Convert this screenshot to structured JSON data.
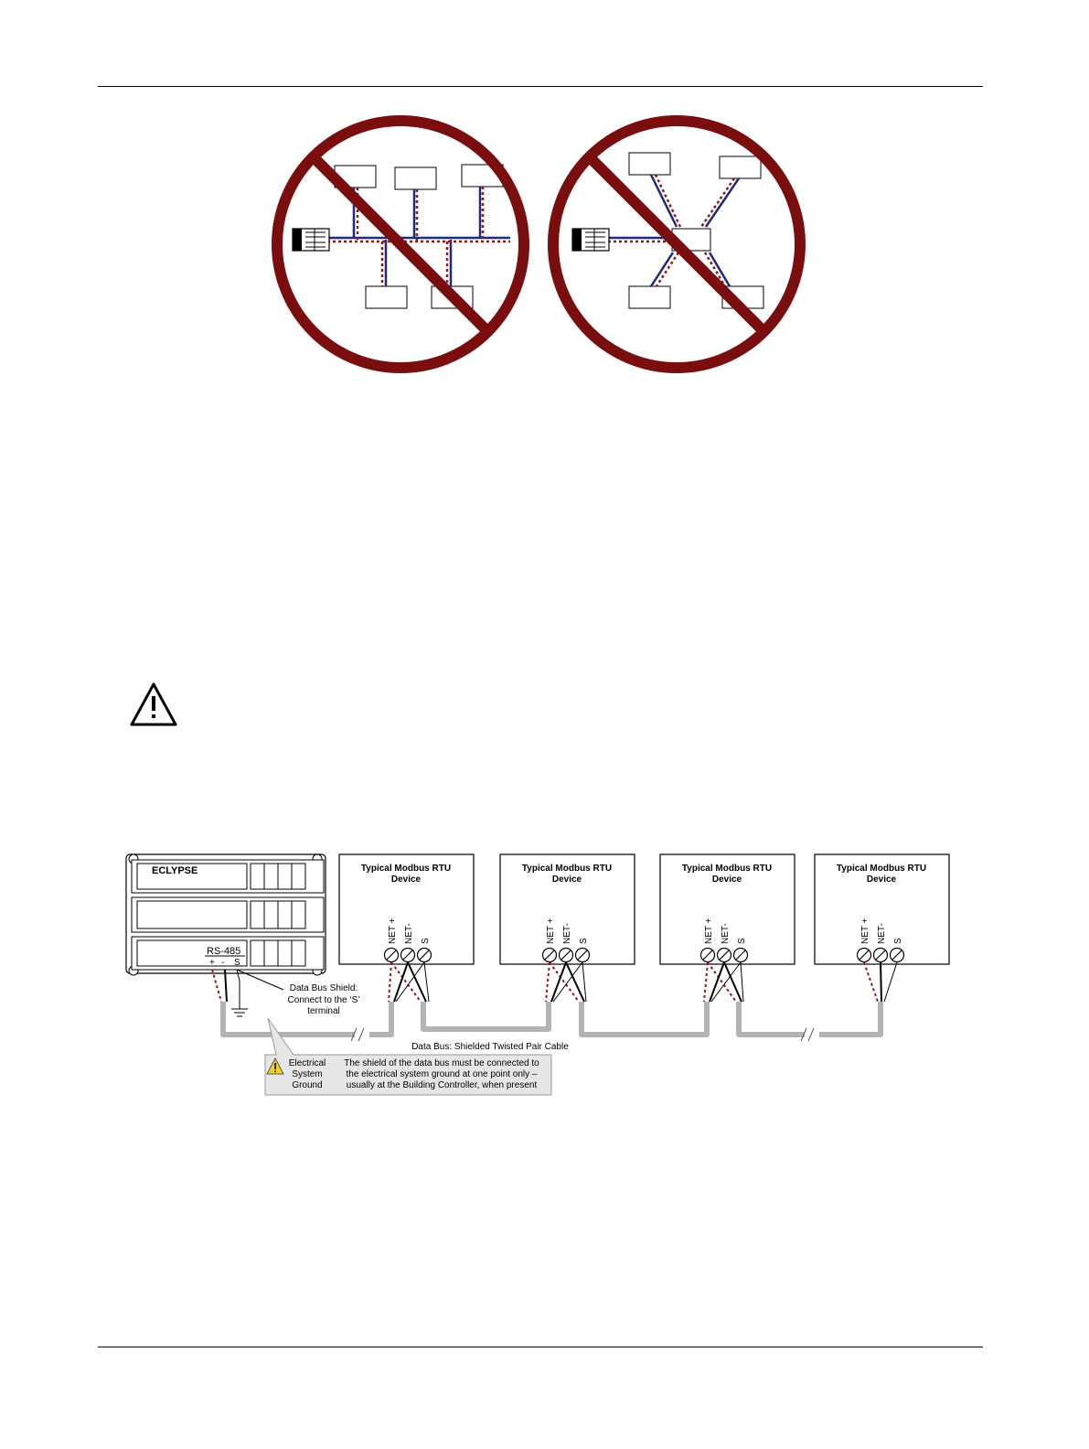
{
  "colors": {
    "prohibit": "#7a0d0d",
    "wire_positive": "#8b1a1a",
    "wire_negative": "#1f2a7a",
    "cable": "#b4b4b4",
    "callout_bg": "#e6e6e6",
    "warning_yellow": "#f2d21b"
  },
  "icons": {
    "warning": "warning-triangle-icon",
    "ground": "ground-symbol-icon",
    "controller": "controller-connector-icon"
  },
  "wiring": {
    "controller": {
      "name": "ECLYPSE",
      "port": "RS-485",
      "terminals": [
        "+",
        "-",
        "S"
      ]
    },
    "devices": [
      {
        "title": "Typical Modbus RTU",
        "subtitle": "Device",
        "terminals": [
          "NET +",
          "NET-",
          "S"
        ]
      },
      {
        "title": "Typical Modbus RTU",
        "subtitle": "Device",
        "terminals": [
          "NET +",
          "NET-",
          "S"
        ]
      },
      {
        "title": "Typical Modbus RTU",
        "subtitle": "Device",
        "terminals": [
          "NET +",
          "NET-",
          "S"
        ]
      },
      {
        "title": "Typical Modbus RTU",
        "subtitle": "Device",
        "terminals": [
          "NET +",
          "NET-",
          "S"
        ]
      }
    ],
    "shield_note": [
      "Data Bus Shield:",
      "Connect to the ‘S’",
      "terminal"
    ],
    "cable_label": "Data Bus: Shielded Twisted Pair Cable",
    "ground_label": [
      "Electrical",
      "System",
      "Ground"
    ],
    "ground_note": [
      "The shield of the data bus must be connected to",
      "the electrical system ground at one point only –",
      "usually at the Building Controller, when present"
    ]
  }
}
